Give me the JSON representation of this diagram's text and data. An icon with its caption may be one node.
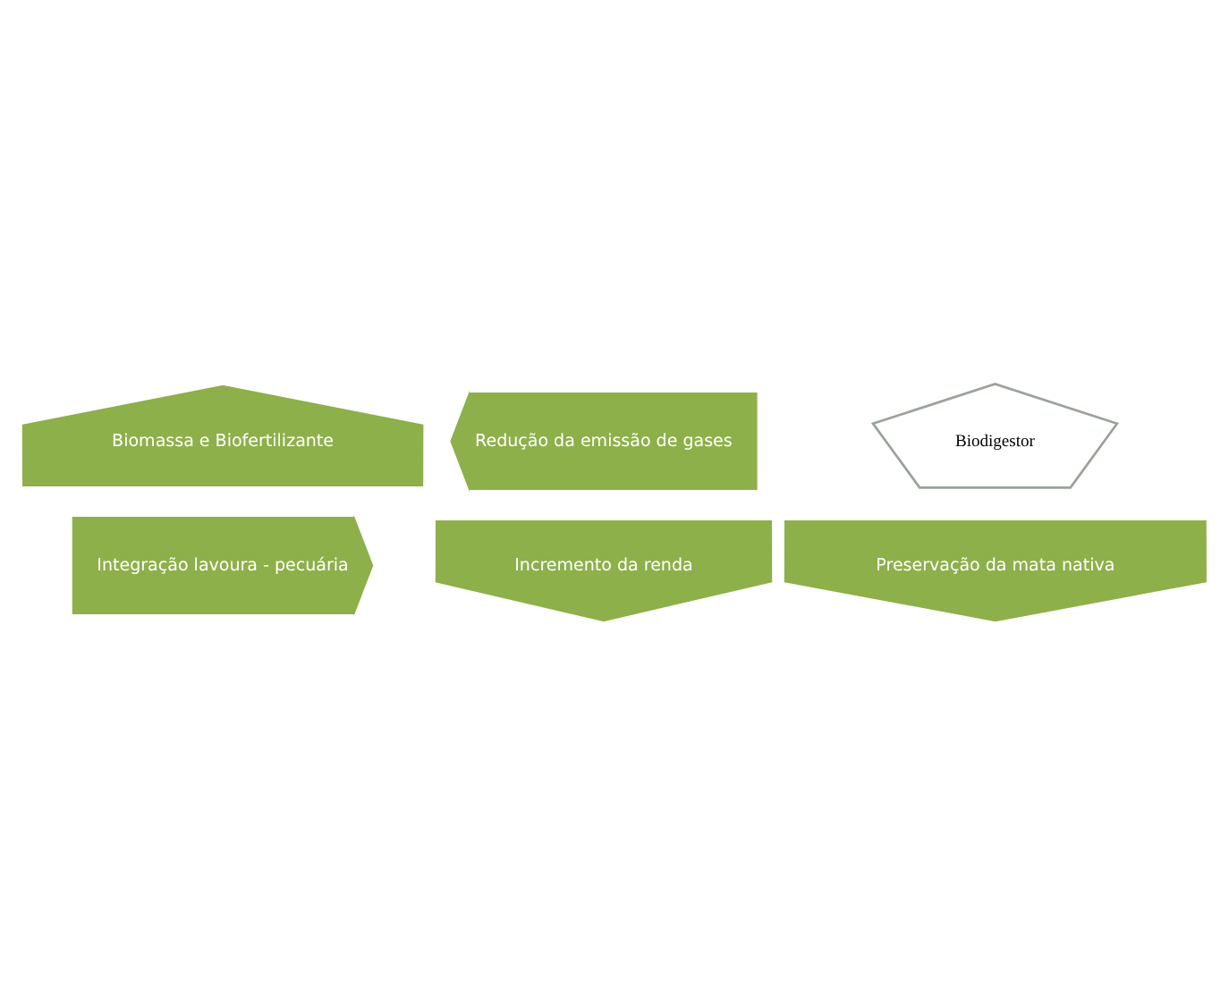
{
  "diagram": {
    "nodes": [
      {
        "text": [
          "Biomassa e Biofertilizante"
        ]
      },
      {
        "text": [
          "Redução da emissão de gases"
        ]
      },
      {
        "text": [
          "Biodigestor"
        ]
      },
      {
        "text": [
          "Integração lavoura - pecuária"
        ]
      },
      {
        "text": [
          "Incremento da renda"
        ]
      },
      {
        "text": [
          "Preservação da mata nativa"
        ]
      }
    ]
  }
}
